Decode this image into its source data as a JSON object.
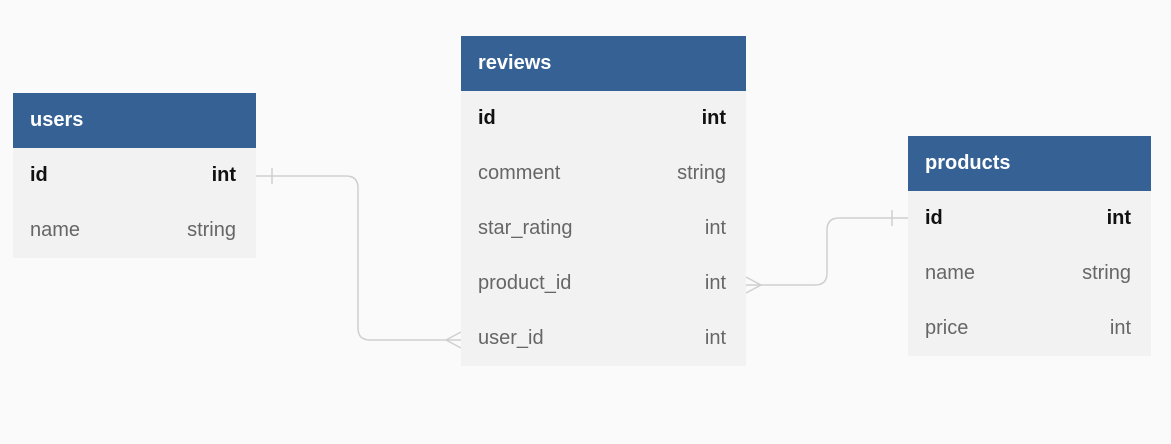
{
  "entities": {
    "users": {
      "name": "users",
      "fields": [
        {
          "name": "id",
          "type": "int",
          "pk": true
        },
        {
          "name": "name",
          "type": "string",
          "pk": false
        }
      ]
    },
    "reviews": {
      "name": "reviews",
      "fields": [
        {
          "name": "id",
          "type": "int",
          "pk": true
        },
        {
          "name": "comment",
          "type": "string",
          "pk": false
        },
        {
          "name": "star_rating",
          "type": "int",
          "pk": false
        },
        {
          "name": "product_id",
          "type": "int",
          "pk": false
        },
        {
          "name": "user_id",
          "type": "int",
          "pk": false
        }
      ]
    },
    "products": {
      "name": "products",
      "fields": [
        {
          "name": "id",
          "type": "int",
          "pk": true
        },
        {
          "name": "name",
          "type": "string",
          "pk": false
        },
        {
          "name": "price",
          "type": "int",
          "pk": false
        }
      ]
    }
  },
  "relationships": [
    {
      "from": "users.id",
      "to": "reviews.user_id",
      "from_cardinality": "one",
      "to_cardinality": "many"
    },
    {
      "from": "products.id",
      "to": "reviews.product_id",
      "from_cardinality": "one",
      "to_cardinality": "many"
    }
  ],
  "colors": {
    "header": "#366195",
    "header_text": "#ffffff",
    "body": "#f2f2f2",
    "connector": "#cfcfcf",
    "background": "#fafafa"
  }
}
